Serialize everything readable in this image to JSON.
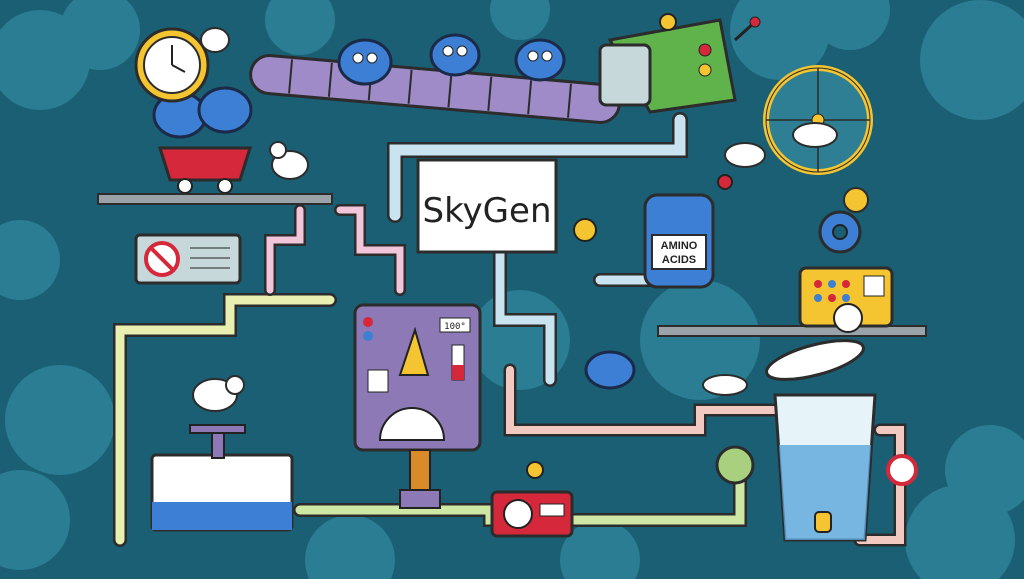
{
  "scene": {
    "sign_text": "SkyGen",
    "tank_label_line1": "AMINO",
    "tank_label_line2": "ACIDS",
    "control_panel_readout": "100°",
    "colors": {
      "background": "#1b5f74",
      "cloud": "#2a7d92",
      "pipe": "#c9e4f0",
      "purple": "#8c79b6",
      "green": "#5fb34a",
      "red": "#d5283a",
      "yellow": "#f4c531",
      "blue_tank": "#3d7fd4"
    }
  }
}
